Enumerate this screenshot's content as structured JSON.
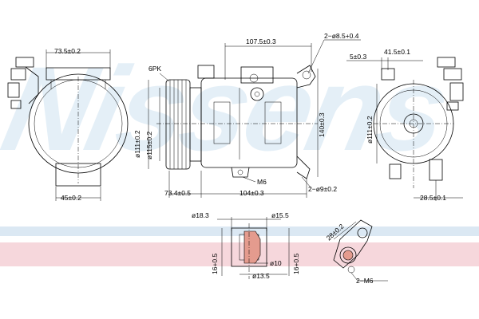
{
  "watermark": "Nissens",
  "colors": {
    "band_blue": "#dbe8f3",
    "band_pink": "#f6d7dc",
    "watermark": "#cfe3f1"
  },
  "dims": {
    "d_73_5": "73.5±0.2",
    "d_45": "45±0.2",
    "d_6pk": "6PK",
    "d_115": "ø115±0.2",
    "d_111a": "ø111±0.2",
    "d_107_5": "107.5±0.3",
    "d_2_865": "2−ø8.5+0.4",
    "d_140": "140±0.3",
    "d_m6": "M6",
    "d_73_4": "73.4±0.5",
    "d_104": "104±0.3",
    "d_2_9": "2−ø9±0.2",
    "d_5": "5±0.3",
    "d_41_5": "41.5±0.1",
    "d_111b": "ø111±0.2",
    "d_28_5": "28.5±0.1",
    "d_18_3": "ø18.3",
    "d_15_5": "ø15.5",
    "d_16a": "16+0.5",
    "d_10": "ø10",
    "d_13_5": "ø13.5",
    "d_16b": "16+0.5",
    "d_28": "28±0.2",
    "d_2_m6": "2−M6"
  }
}
